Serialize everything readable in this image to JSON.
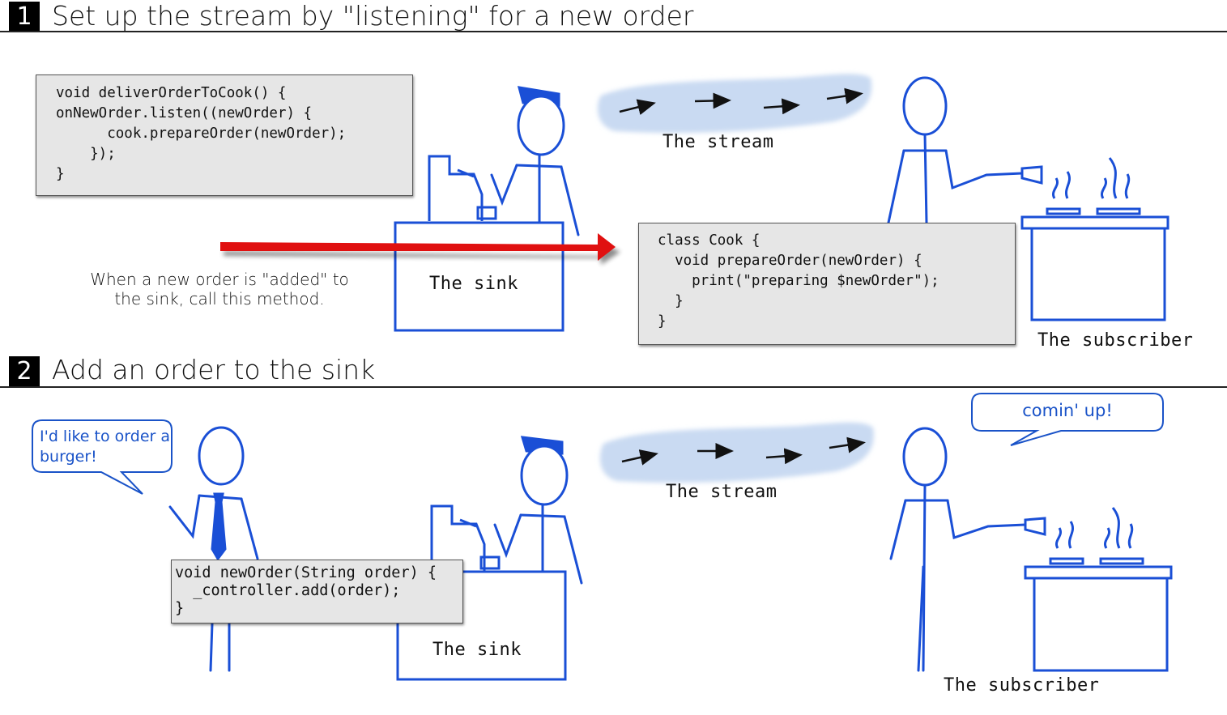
{
  "step1": {
    "number": "1",
    "title": "Set up the stream by \"listening\" for a new order",
    "listen_code": "void deliverOrderToCook() {\nonNewOrder.listen((newOrder) {\n      cook.prepareOrder(newOrder);\n    });\n}",
    "caption": "When a new order is \"added\" to\nthe sink, call this method.",
    "sink_label": "The sink",
    "stream_label": "The stream",
    "cook_code": "class Cook {\n  void prepareOrder(newOrder) {\n    print(\"preparing $newOrder\");\n  }\n}",
    "subscriber_label": "The subscriber"
  },
  "step2": {
    "number": "2",
    "title": "Add an order to the sink",
    "customer_speech": "I'd like to order a\nburger!",
    "add_code": "void newOrder(String order) {\n  _controller.add(order);\n}",
    "sink_label": "The sink",
    "stream_label": "The stream",
    "cook_speech": "comin' up!",
    "subscriber_label": "The subscriber"
  },
  "colors": {
    "figure": "#1a4fd6",
    "stream": "#c9daf2",
    "arrow": "#e01010",
    "code_bg": "#e6e6e6",
    "speech_text": "#1a53c8"
  },
  "icons": [
    "cash-register-icon",
    "stick-figure-icon",
    "spatula-icon",
    "stove-icon",
    "stream-arrow-icon"
  ]
}
